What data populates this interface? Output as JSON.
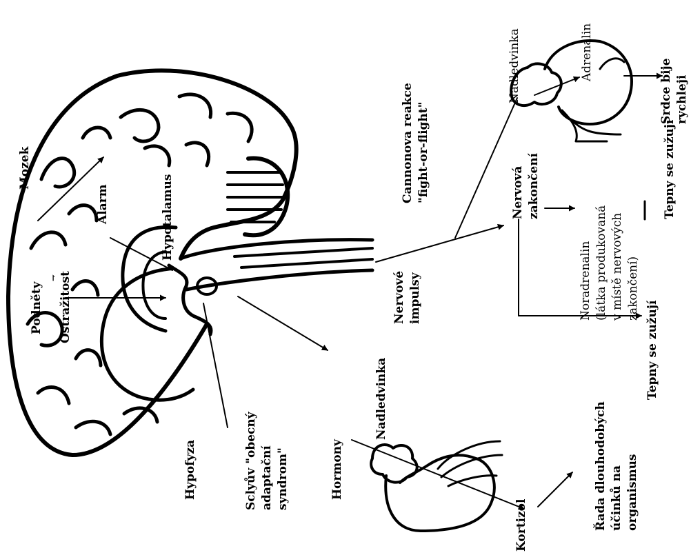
{
  "labels": {
    "mozek": "Mozek",
    "podnety": "Podněty",
    "ostrazitost": "Ostražitost",
    "alarm": "Alarm",
    "hypotalamus": "Hypotalamus",
    "hypofyza": "Hypofyza",
    "selye": [
      "Sclyův \"obecný",
      "adaptační",
      "syndrom\""
    ],
    "hormony": "Hormony",
    "nadledvinka_bottom": "Nadledvinka",
    "kortizol": "Kortizol",
    "rada": [
      "Řada dlouhodobých",
      "účinků na",
      "organismus"
    ],
    "nervove_impulsy": [
      "Nervové",
      "impulsy"
    ],
    "cannon": [
      "Cannonova reakce",
      "\"fight-or-flight\""
    ],
    "nervova_zakonceni": [
      "Nervová",
      "zakončení"
    ],
    "noradrenalin": [
      "Noradrenalin",
      "(látka produkovaná",
      "v místě nervových",
      "zakončení)"
    ],
    "tepny_left": "Tepny se zužují",
    "tepny_right": "Tepny se zužují",
    "nadledvinka_top": "Nadledvinka",
    "adrenalin": "Adrenalin",
    "srdce": [
      "Srdce bije",
      "rychleji"
    ]
  }
}
